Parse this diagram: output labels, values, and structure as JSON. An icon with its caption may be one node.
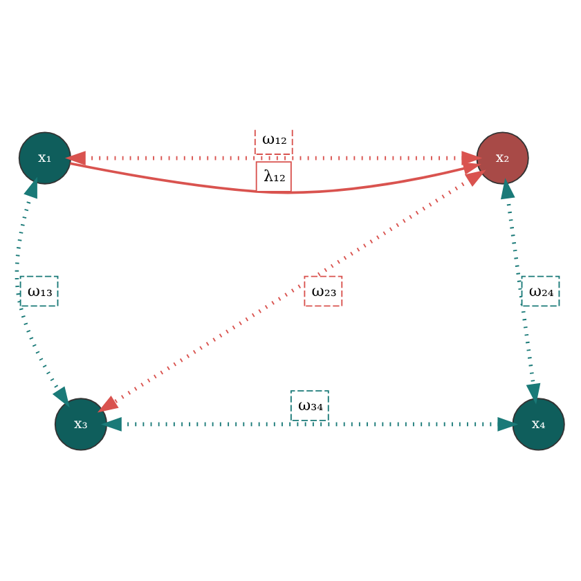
{
  "diagram": {
    "nodes": [
      {
        "text": [
          "x₁"
        ]
      },
      {
        "text": [
          "x₂"
        ]
      },
      {
        "text": [
          "x₃"
        ]
      },
      {
        "text": [
          "x₄"
        ]
      }
    ],
    "edges": [
      {
        "from": 0,
        "to": 1,
        "arrow": "to",
        "label": "λ₁₂",
        "color": "#d9534f"
      },
      {
        "from": 0,
        "to": 1,
        "arrow": "both",
        "label": "ω₁₂",
        "style": "dashed",
        "color": "#d9534f"
      },
      {
        "from": 1,
        "to": 2,
        "arrow": "both",
        "label": "ω₂₃",
        "style": "dashed",
        "color": "#d9534f"
      },
      {
        "from": 0,
        "to": 2,
        "arrow": "both",
        "label": "ω₁₃",
        "style": "dashed",
        "color": "#1a7a78"
      },
      {
        "from": 1,
        "to": 3,
        "arrow": "both",
        "label": "ω₂₄",
        "style": "dashed",
        "color": "#1a7a78"
      },
      {
        "from": 2,
        "to": 3,
        "arrow": "both",
        "label": "ω₃₄",
        "style": "dashed",
        "color": "#1a7a78"
      }
    ]
  }
}
